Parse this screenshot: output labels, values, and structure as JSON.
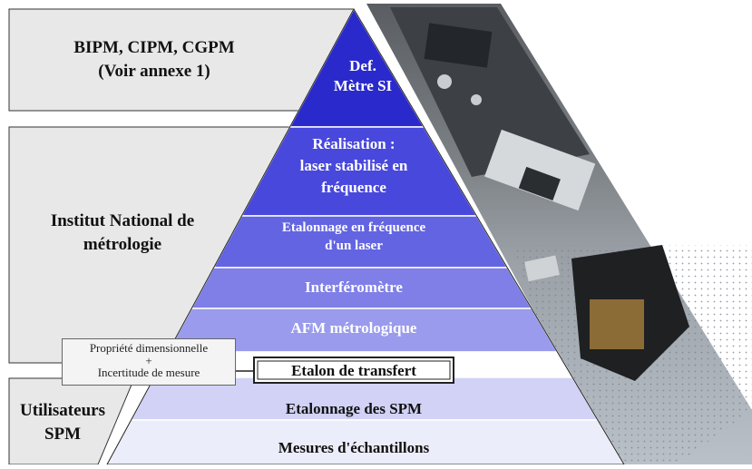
{
  "groups": {
    "international": [
      "BIPM, CIPM, CGPM",
      "(Voir annexe 1)"
    ],
    "national": [
      "Institut National de",
      "métrologie"
    ],
    "users": [
      "Utilisateurs",
      "SPM"
    ]
  },
  "pyramid": {
    "apex": [
      "Def.",
      "Mètre SI"
    ],
    "tiers": [
      {
        "lines": [
          "Réalisation :",
          "laser stabilisé en",
          "fréquence"
        ]
      },
      {
        "lines": [
          "Etalonnage en fréquence",
          "d'un laser"
        ]
      },
      {
        "lines": [
          "Interféromètre"
        ]
      },
      {
        "lines": [
          "AFM métrologique"
        ]
      },
      {
        "lines": [
          "Etalon de transfert"
        ]
      },
      {
        "lines": [
          "Etalonnage des SPM"
        ]
      },
      {
        "lines": [
          "Mesures d'échantillons"
        ]
      }
    ]
  },
  "note": [
    "Propriété dimensionnelle",
    "+",
    "Incertitude de mesure"
  ],
  "colors": {
    "apex": "#2a2acc",
    "tier_top": "#4848dd",
    "tier_bottom": "#ecedfa",
    "panel": "#e8e8e8",
    "border": "#333333"
  },
  "photo_icons": [
    "optical-bench-photo",
    "afm-instrument-photo"
  ]
}
